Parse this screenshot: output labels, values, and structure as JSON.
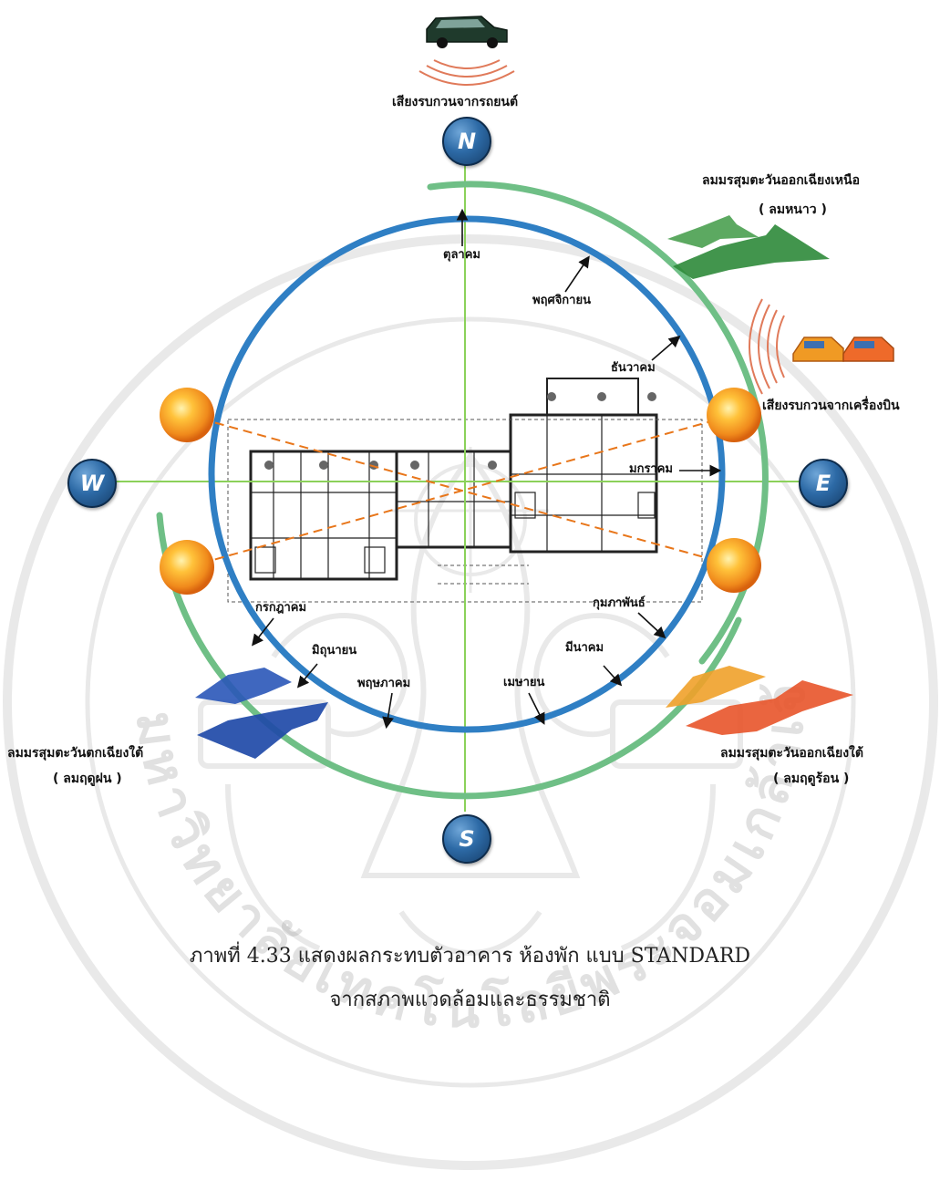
{
  "compass": {
    "north": "N",
    "south": "S",
    "east": "E",
    "west": "W"
  },
  "noise_sources": {
    "car": "เสียงรบกวนจากรถยนต์",
    "aircraft": "เสียงรบกวนจากเครื่องบิน"
  },
  "winds": {
    "northeast_title": "ลมมรสุมตะวันออกเฉียงเหนือ",
    "northeast_sub": "( ลมหนาว )",
    "southwest_title": "ลมมรสุมตะวันตกเฉียงใต้",
    "southwest_sub": "( ลมฤดูฝน )",
    "southeast_title": "ลมมรสุมตะวันออกเฉียงใต้",
    "southeast_sub": "( ลมฤดูร้อน )"
  },
  "months": {
    "oct": "ตุลาคม",
    "nov": "พฤศจิกายน",
    "dec": "ธันวาคม",
    "jan": "มกราคม",
    "feb": "กุมภาพันธ์",
    "mar": "มีนาคม",
    "apr": "เมษายน",
    "may": "พฤษภาคม",
    "jun": "มิถุนายน",
    "jul": "กรกฎาคม"
  },
  "caption": {
    "line1": "ภาพที่ 4.33 แสดงผลกระทบตัวอาคาร ห้องพัก แบบ STANDARD",
    "line2": "จากสภาพแวดล้อมและธรรมชาติ"
  },
  "watermark": {
    "text": "มหาวิทยาลัยเทคโนโลยีพระจอมเกล้าเจ้าคุณทหารลาดกระบัง"
  },
  "colors": {
    "orbit_blue": "#2f7fc4",
    "orbit_green": "#6fbf86",
    "axis_green": "#8bd15a",
    "sun_orange": "#f08a1c",
    "sun_path": "#e8761a",
    "noise_red": "#d9482a",
    "wind_cool": "#3f9a45",
    "wind_rain": "#2a56b8",
    "wind_hot": "#e8542a"
  }
}
